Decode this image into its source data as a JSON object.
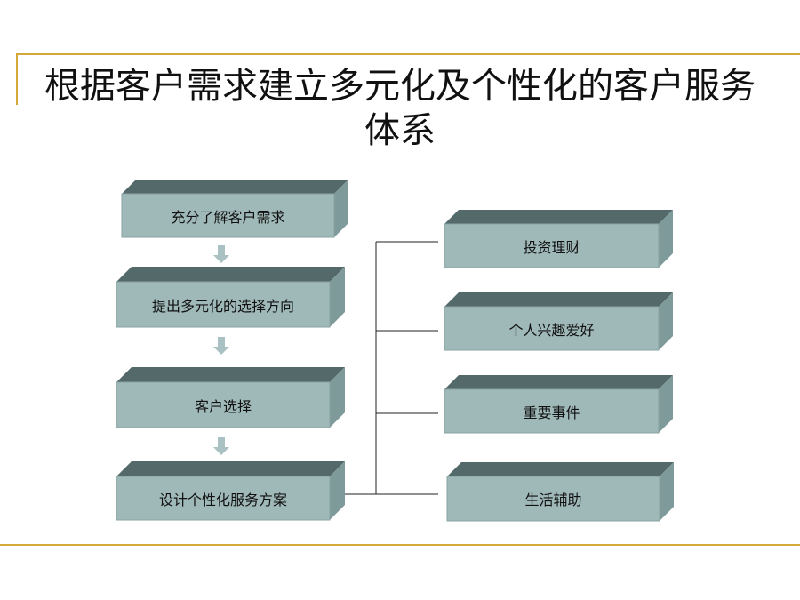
{
  "slide": {
    "title": "根据客户需求建立多元化及个性化的客户服务体系"
  },
  "left_steps": [
    {
      "label": "充分了解客户需求"
    },
    {
      "label": "提出多元化的选择方向"
    },
    {
      "label": "客户选择"
    },
    {
      "label": "设计个性化服务方案"
    }
  ],
  "right_items": [
    {
      "label": "投资理财"
    },
    {
      "label": "个人兴趣爱好"
    },
    {
      "label": "重要事件"
    },
    {
      "label": "生活辅助"
    }
  ],
  "colors": {
    "accent": "#d4a93a",
    "box_face": "#9fb8b8",
    "box_top": "#546a6a",
    "box_side": "#7f9a9a",
    "arrow": "#a9c1c3"
  }
}
